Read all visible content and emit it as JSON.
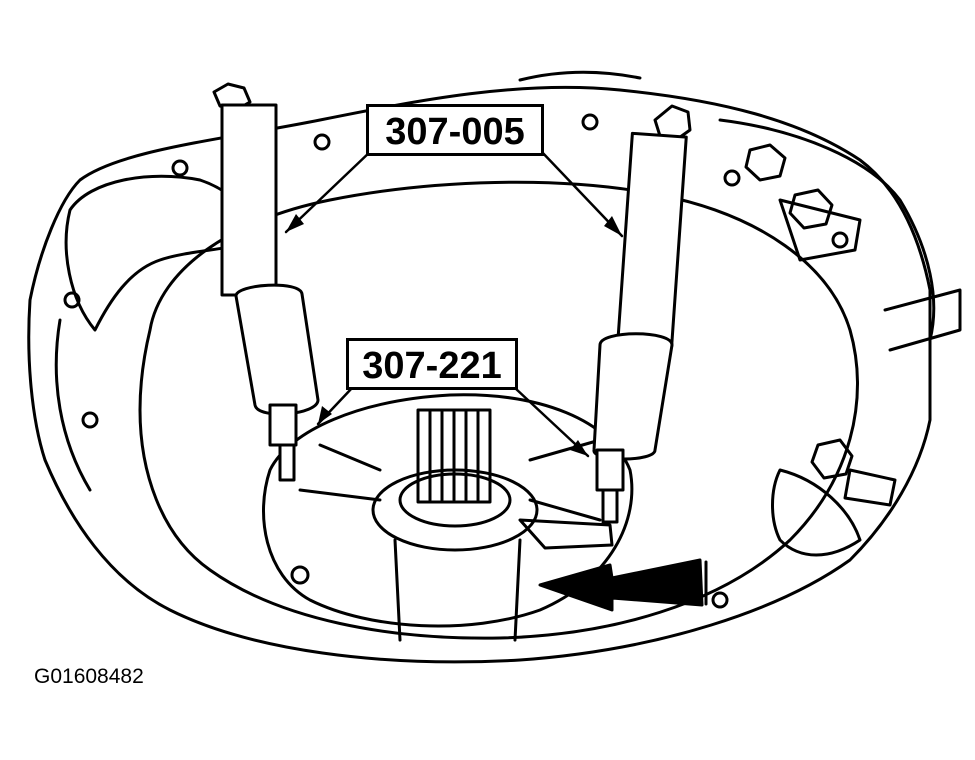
{
  "diagram": {
    "labels": {
      "tool_a": "307-005",
      "tool_b": "307-221"
    },
    "figure_id": "G01608482"
  },
  "colors": {
    "ink": "#000000",
    "paper": "#ffffff"
  }
}
